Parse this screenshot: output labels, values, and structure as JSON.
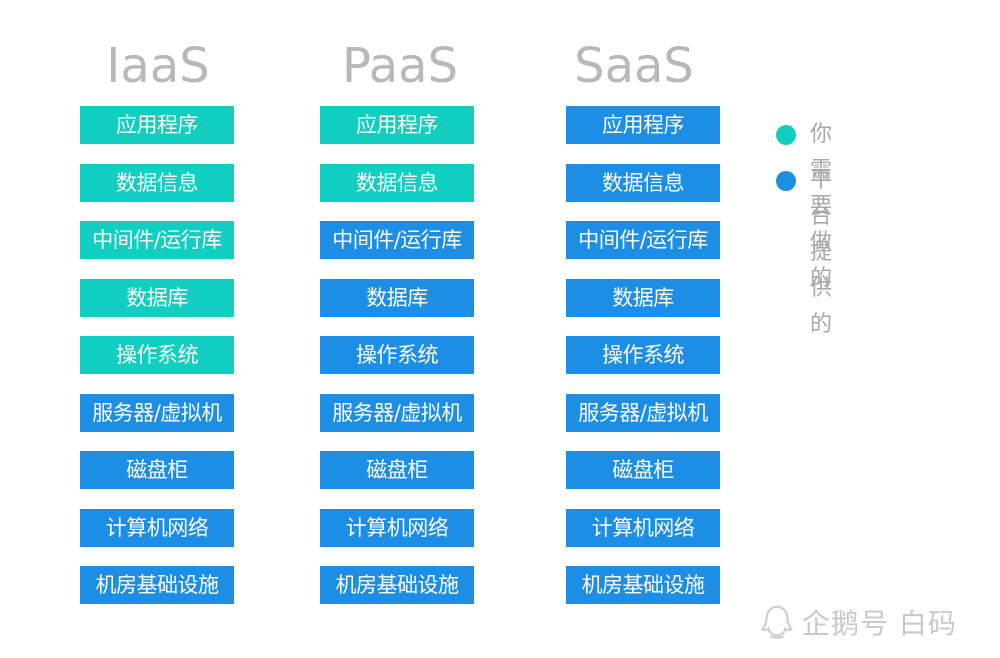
{
  "colors": {
    "user": "#11cfc0",
    "platform": "#1c8ee5"
  },
  "columns": [
    {
      "title": "IaaS",
      "layers": [
        {
          "label": "应用程序",
          "owner": "user"
        },
        {
          "label": "数据信息",
          "owner": "user"
        },
        {
          "label": "中间件/运行库",
          "owner": "user"
        },
        {
          "label": "数据库",
          "owner": "user"
        },
        {
          "label": "操作系统",
          "owner": "user"
        },
        {
          "label": "服务器/虚拟机",
          "owner": "platform"
        },
        {
          "label": "磁盘柜",
          "owner": "platform"
        },
        {
          "label": "计算机网络",
          "owner": "platform"
        },
        {
          "label": "机房基础设施",
          "owner": "platform"
        }
      ]
    },
    {
      "title": "PaaS",
      "layers": [
        {
          "label": "应用程序",
          "owner": "user"
        },
        {
          "label": "数据信息",
          "owner": "user"
        },
        {
          "label": "中间件/运行库",
          "owner": "platform"
        },
        {
          "label": "数据库",
          "owner": "platform"
        },
        {
          "label": "操作系统",
          "owner": "platform"
        },
        {
          "label": "服务器/虚拟机",
          "owner": "platform"
        },
        {
          "label": "磁盘柜",
          "owner": "platform"
        },
        {
          "label": "计算机网络",
          "owner": "platform"
        },
        {
          "label": "机房基础设施",
          "owner": "platform"
        }
      ]
    },
    {
      "title": "SaaS",
      "layers": [
        {
          "label": "应用程序",
          "owner": "platform"
        },
        {
          "label": "数据信息",
          "owner": "platform"
        },
        {
          "label": "中间件/运行库",
          "owner": "platform"
        },
        {
          "label": "数据库",
          "owner": "platform"
        },
        {
          "label": "操作系统",
          "owner": "platform"
        },
        {
          "label": "服务器/虚拟机",
          "owner": "platform"
        },
        {
          "label": "磁盘柜",
          "owner": "platform"
        },
        {
          "label": "计算机网络",
          "owner": "platform"
        },
        {
          "label": "机房基础设施",
          "owner": "platform"
        }
      ]
    }
  ],
  "legend": {
    "items": [
      {
        "label": "你需要做的",
        "owner": "user"
      },
      {
        "label": "平台提供的",
        "owner": "platform"
      }
    ]
  },
  "watermark": {
    "text": "企鹅号 白码",
    "icon": "penguin-logo-icon"
  }
}
